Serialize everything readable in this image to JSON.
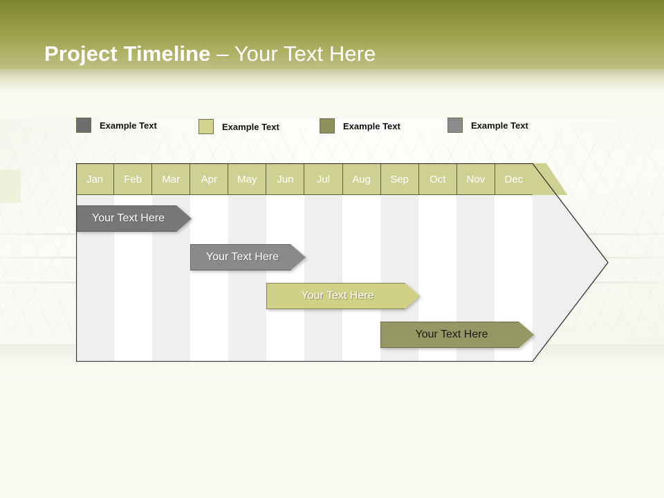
{
  "slide": {
    "title_bold": "Project Timeline",
    "title_sep": " – ",
    "title_light": "Your Text Here",
    "background_description": "mattress-photo-background"
  },
  "colors": {
    "band_top": "#7d8430",
    "band_bottom": "#c9c9a0",
    "header_cell": "#cfd192",
    "header_border": "#5d5f33",
    "stripe_light": "#efefef",
    "stripe_white": "#ffffff",
    "gray_dark": "#777777",
    "gray_mid": "#8a8a8a",
    "khaki_light": "#d0d186",
    "olive_dark": "#959764",
    "outline": "#333333",
    "slide_bg": "#fbfbf4"
  },
  "legend": {
    "items": [
      {
        "label": "Example Text",
        "color": "#6e6e6e"
      },
      {
        "label": "Example Text",
        "color": "#d2d38d"
      },
      {
        "label": "Example Text",
        "color": "#8d9059"
      },
      {
        "label": "Example Text",
        "color": "#8b8b8b"
      }
    ]
  },
  "chart_data": {
    "type": "bar",
    "title": "Project Timeline – Your Text Here",
    "xlabel": "",
    "ylabel": "",
    "grid": true,
    "legend_position": "top",
    "categories": [
      "Jan",
      "Feb",
      "Mar",
      "Apr",
      "May",
      "Jun",
      "Jul",
      "Aug",
      "Sep",
      "Oct",
      "Nov",
      "Dec"
    ],
    "series": [
      {
        "name": "Your  Text Here",
        "label": "Your  Text Here",
        "start_month": "Jan",
        "end_month": "Apr",
        "start_index": 0,
        "end_index": 3,
        "color": "#777777",
        "text_color": "#ffffff",
        "row": 0
      },
      {
        "name": "Your  Text Here",
        "label": "Your  Text Here",
        "start_month": "Apr",
        "end_month": "Jul",
        "start_index": 3,
        "end_index": 6,
        "color": "#8a8a8a",
        "text_color": "#ffffff",
        "row": 1
      },
      {
        "name": "Your  Text Here",
        "label": "Your  Text Here",
        "start_month": "Jun",
        "end_month": "Sep",
        "start_index": 5,
        "end_index": 9,
        "color": "#d0d186",
        "text_color": "#ffffff",
        "row": 2
      },
      {
        "name": "Your  Text Here",
        "label": "Your  Text Here",
        "start_month": "Sep",
        "end_month": "Dec",
        "start_index": 8,
        "end_index": 12,
        "color": "#959764",
        "text_color": "#1a1a14",
        "row": 3
      }
    ]
  }
}
